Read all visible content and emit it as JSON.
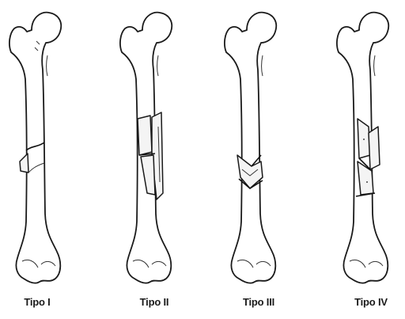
{
  "diagram": {
    "figures": [
      {
        "id": "tipo-1",
        "label": "Tipo I"
      },
      {
        "id": "tipo-2",
        "label": "Tipo II"
      },
      {
        "id": "tipo-3",
        "label": "Tipo III"
      },
      {
        "id": "tipo-4",
        "label": "Tipo IV"
      }
    ]
  }
}
